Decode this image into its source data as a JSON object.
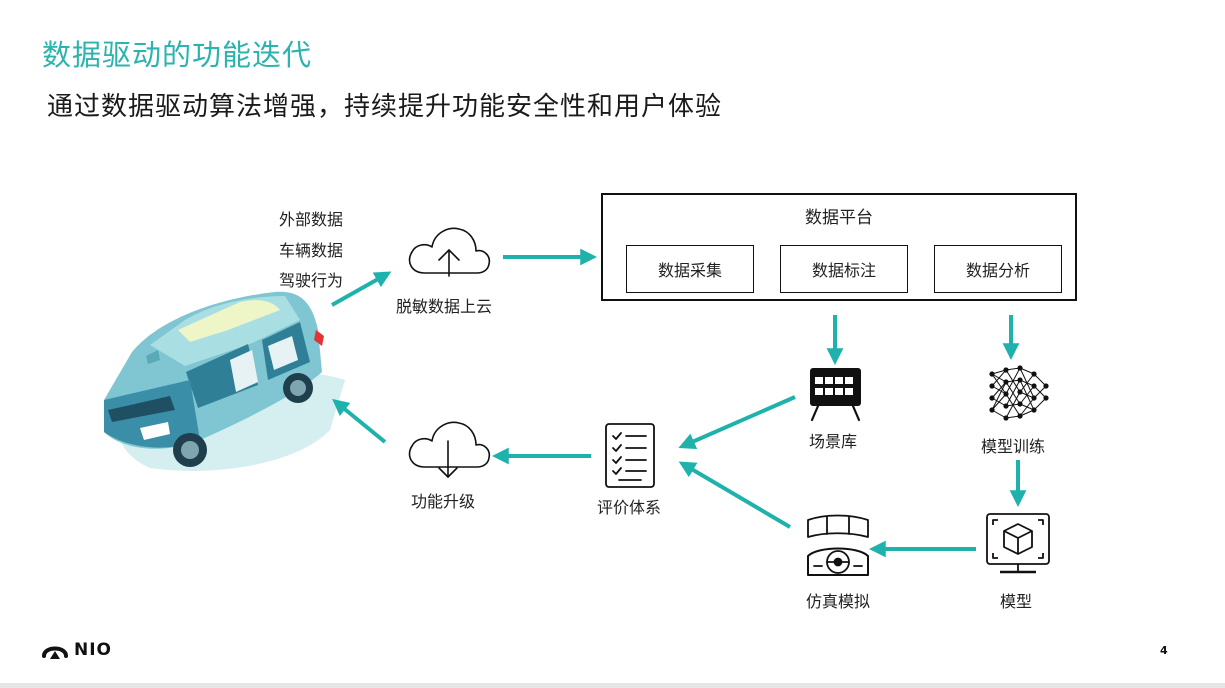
{
  "slide": {
    "title": "数据驱动的功能迭代",
    "subtitle": "通过数据驱动算法增强，持续提升功能安全性和用户体验"
  },
  "sources": [
    "外部数据",
    "车辆数据",
    "驾驶行为"
  ],
  "nodes": {
    "upload": "脱敏数据上云",
    "upgrade": "功能升级",
    "evaluation": "评价体系",
    "scenario_library": "场景库",
    "model_training": "模型训练",
    "model": "模型",
    "simulation": "仿真模拟"
  },
  "platform": {
    "title": "数据平台",
    "modules": [
      "数据采集",
      "数据标注",
      "数据分析"
    ]
  },
  "brand": {
    "logo_text": "NIO"
  },
  "page_number": "4",
  "colors": {
    "accent": "#2bb3ad",
    "arrow": "#1fb2ac",
    "text": "#222222"
  }
}
